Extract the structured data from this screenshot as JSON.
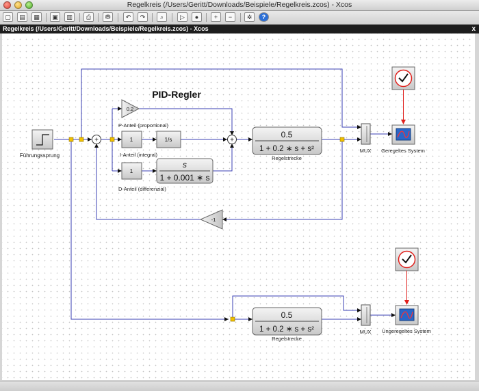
{
  "window": {
    "title": "Regelkreis (/Users/Geritt/Downloads/Beispiele/Regelkreis.zcos) - Xcos"
  },
  "toolbar": {
    "buttons": [
      {
        "name": "new-diagram-icon",
        "glyph": "▢"
      },
      {
        "name": "open-file-icon",
        "glyph": "▤"
      },
      {
        "name": "open-folder-icon",
        "glyph": "▦"
      },
      {
        "name": "save-icon",
        "glyph": "▣"
      },
      {
        "name": "save-as-icon",
        "glyph": "▥"
      },
      {
        "name": "print-icon",
        "glyph": "⎙"
      },
      {
        "name": "delete-icon",
        "glyph": "⛃"
      },
      {
        "name": "undo-icon",
        "glyph": "↶"
      },
      {
        "name": "redo-icon",
        "glyph": "↷"
      },
      {
        "name": "fit-diagram-icon",
        "glyph": "⌕"
      },
      {
        "name": "start-icon",
        "glyph": "▷"
      },
      {
        "name": "stop-icon",
        "glyph": "●"
      },
      {
        "name": "zoom-in-icon",
        "glyph": "+"
      },
      {
        "name": "zoom-out-icon",
        "glyph": "−"
      },
      {
        "name": "setup-icon",
        "glyph": "✲"
      },
      {
        "name": "help-icon",
        "glyph": "?"
      }
    ]
  },
  "tab": {
    "title": "Regelkreis (/Users/Geritt/Downloads/Beispiele/Regelkreis.zcos) - Xcos",
    "close": "x"
  },
  "diagram": {
    "heading": "PID-Regler",
    "step_label": "Führungssprung",
    "p_gain": "0.2",
    "p_label": "P-Anteil (proportional)",
    "i_gain": "1",
    "i_integrator": "1/s",
    "i_label": "I-Anteil (integral)",
    "d_gain": "1",
    "d_num": "s",
    "d_den": "1 + 0.001 ∗ s",
    "d_label": "D-Anteil (differenzial)",
    "plant_num": "0.5",
    "plant_den": "1 + 0.2 ∗ s + s²",
    "plant_label": "Regelstrecke",
    "plant2_num": "0.5",
    "plant2_den": "1 + 0.2 ∗ s + s²",
    "plant2_label": "Regelstrecke",
    "feedback_gain": "-1",
    "mux_label": "MUX",
    "mux2_label": "MUX",
    "scope_label": "Geregeltes System",
    "scope2_label": "Ungeregeltes System"
  },
  "colors": {
    "link": "#3a3fb3",
    "event_link": "#e0201c",
    "split_point": "#f0c000"
  }
}
